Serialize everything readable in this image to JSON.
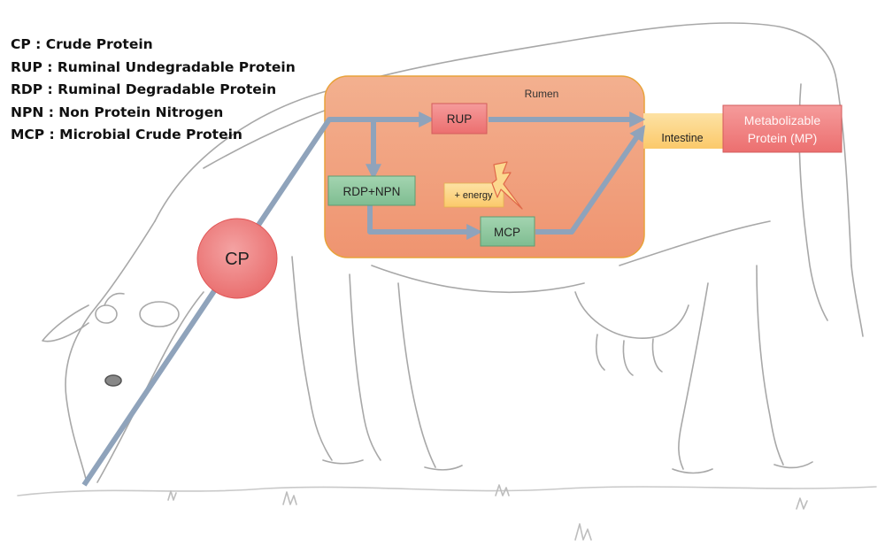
{
  "legend": [
    "CP : Crude Protein",
    "RUP : Ruminal Undegradable Protein",
    "RDP : Ruminal Degradable Protein",
    "NPN : Non Protein Nitrogen",
    "MCP : Microbial Crude Protein"
  ],
  "nodes": {
    "cp": "CP",
    "rup": "RUP",
    "rdp_npn": "RDP+NPN",
    "mcp": "MCP",
    "energy": "+ energy",
    "intestine": "Intestine",
    "mp_line1": "Metabolizable",
    "mp_line2": "Protein (MP)"
  },
  "regions": {
    "rumen": "Rumen"
  },
  "colors": {
    "arrow": "#8fa3bb",
    "rumen_fill": "#f0a27d",
    "rumen_border": "#e8a23a",
    "red_box": "#f08585",
    "green_box": "#8fc79f",
    "yellow_box": "#fcd88e",
    "energy_bolt": "#fcd88e"
  },
  "icons": [
    "lightning-icon",
    "cow-illustration"
  ]
}
